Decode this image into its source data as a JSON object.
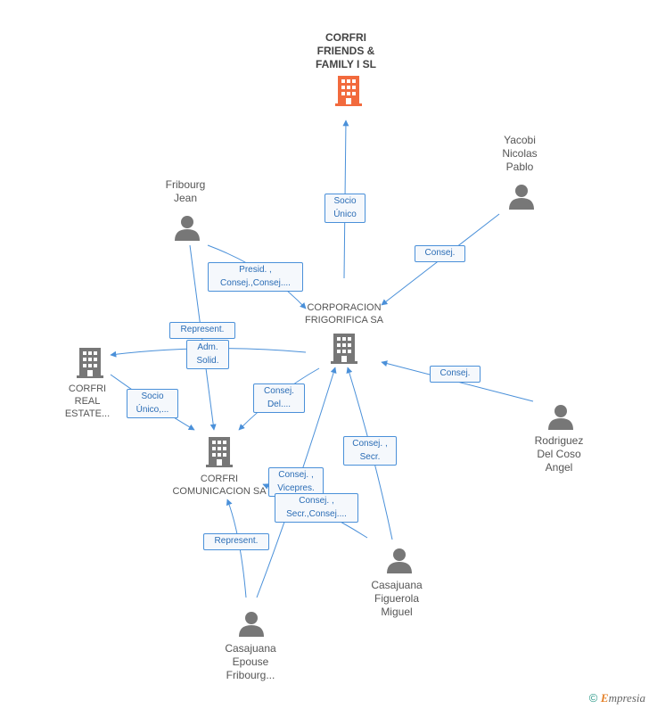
{
  "nodes": {
    "corfri_friends": {
      "label": "CORFRI\nFRIENDS &\nFAMILY I  SL",
      "type": "company",
      "color": "#f26a3d"
    },
    "yacobi": {
      "label": "Yacobi\nNicolas\nPablo",
      "type": "person"
    },
    "fribourg": {
      "label": "Fribourg\nJean",
      "type": "person"
    },
    "corporacion": {
      "label": "CORPORACION\nFRIGORIFICA SA",
      "type": "company"
    },
    "corfri_real": {
      "label": "CORFRI\nREAL\nESTATE...",
      "type": "company"
    },
    "corfri_com": {
      "label": "CORFRI\nCOMUNICACION SA",
      "type": "company"
    },
    "rodriguez": {
      "label": "Rodriguez\nDel Coso\nAngel",
      "type": "person"
    },
    "casajuana_fm": {
      "label": "Casajuana\nFiguerola\nMiguel",
      "type": "person"
    },
    "casajuana_ef": {
      "label": "Casajuana\nEpouse\nFribourg...",
      "type": "person"
    }
  },
  "edges": {
    "socio_unico": "Socio\nÚnico",
    "consej_yacobi": "Consej.",
    "presid": "Presid. ,\nConsej.,Consej....",
    "represent_fribourg": "Represent.",
    "adm_solid": "Adm.\nSolid.",
    "socio_unico_real": "Socio\nÚnico,...",
    "consej_del": "Consej.\nDel....",
    "consej_rodriguez": "Consej.",
    "consej_secr": "Consej. ,\nSecr.",
    "consej_vicepres": "Consej. ,\nVicepres.",
    "consej_secr_consej": "Consej. ,\nSecr.,Consej....",
    "represent_casajuana": "Represent."
  },
  "colors": {
    "edge": "#4a90d9",
    "person": "#777777",
    "company": "#777777"
  },
  "footer": {
    "copyright": "©",
    "brand_first": "E",
    "brand_rest": "mpresia"
  }
}
